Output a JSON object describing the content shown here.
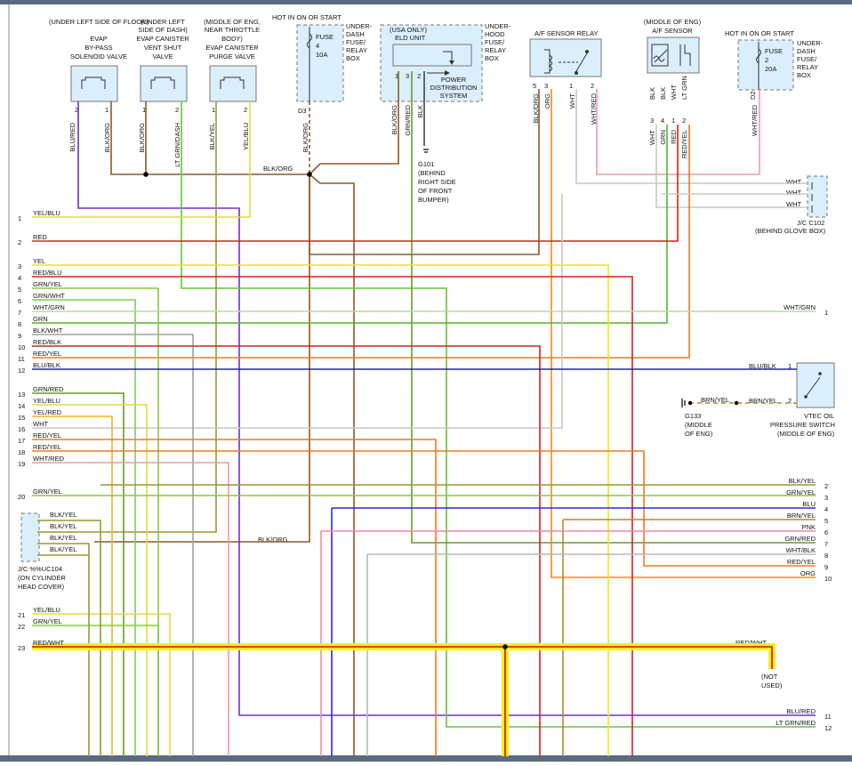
{
  "colors": {
    "BLU": "#2b2bd6",
    "RED": "#e01b1b",
    "YEL": "#f2e21a",
    "GRN": "#55b32b",
    "ORG": "#f08a1e",
    "BLK": "#444444",
    "WHT": "#c7c7c7",
    "BRN": "#8b5a2b",
    "PNK": "#f08aa8",
    "GRY": "#a0a0a0",
    "BLK/ORG": "#8b5a2b",
    "BLU/RED": "#6633cc",
    "YEL/BLU": "#e2dc38",
    "GRN/YEL": "#8ac83a",
    "GRN/WHT": "#7ccf5f",
    "WHT/GRN": "#b6dca5",
    "BLK/WHT": "#a0a0a0",
    "RED/BLK": "#d02222",
    "RED/YEL": "#f07a1e",
    "BLU/BLK": "#2222aa",
    "GRN/RED": "#6a9a2a",
    "YEL/RED": "#f0b030",
    "WHT/RED": "#ee9aa8",
    "BLK/YEL": "#999933",
    "BRN/YEL": "#b08a2b",
    "WHT/BLK": "#b8b8b8",
    "LT GRN/RED": "#6cc03a",
    "RED/WHT": "#e01b1b",
    "LT GRN": "#6cc03a"
  },
  "components": {
    "evap_bypass": {
      "location": "(UNDER LEFT SIDE OF FLOOR)",
      "name": [
        "EVAP",
        "BY-PASS",
        "SOLENOID VALVE"
      ],
      "pins": [
        "2",
        "1"
      ],
      "wires": [
        "BLU/RED",
        "BLK/ORG"
      ]
    },
    "evap_canister_vent": {
      "location": "(UNDER LEFT SIDE OF DASH)",
      "name": [
        "EVAP CANISTER",
        "VENT SHUT",
        "VALVE"
      ],
      "pins": [
        "1",
        "2"
      ],
      "wires": [
        "BLK/ORG",
        "LT GRN/DASH"
      ]
    },
    "evap_purge": {
      "location": "(MIDDLE OF ENG, NEAR THROTTLE BODY)",
      "name": [
        "EVAP CANISTER",
        "PURGE VALVE"
      ],
      "pins": [
        "1",
        "2"
      ],
      "wires": [
        "BLK/YEL",
        "YEL/BLU"
      ]
    },
    "fuse4": {
      "header": "HOT IN ON OR START",
      "label": [
        "FUSE",
        "4",
        "10A"
      ],
      "pin": "D3",
      "wire": "BLK/ORG",
      "box": [
        "UNDER-",
        "DASH",
        "FUSE/",
        "RELAY",
        "BOX"
      ]
    },
    "eld": {
      "header": [
        "(USA ONLY)",
        "ELD UNIT"
      ],
      "pins": [
        "1",
        "3",
        "2"
      ],
      "wires": [
        "BLK/ORG",
        "GRN/RED",
        "BLK"
      ],
      "pds": [
        "POWER",
        "DISTRIBUTION",
        "SYSTEM"
      ],
      "box": [
        "UNDER-",
        "HOOD",
        "FUSE/",
        "RELAY",
        "BOX"
      ]
    },
    "g101": {
      "label": "G101",
      "desc": [
        "(BEHIND",
        "RIGHT SIDE",
        "OF FRONT",
        "BUMPER)"
      ]
    },
    "af_relay": {
      "name": "A/F SENSOR RELAY",
      "pins": [
        "5",
        "3",
        "1",
        "2"
      ],
      "wires": [
        "BLK/ORG",
        "ORG",
        "WHT",
        "WHT/RED"
      ]
    },
    "af_sensor": {
      "location": "(MIDDLE OF ENG)",
      "name": "A/F SENSOR",
      "top_wires": [
        "BLK",
        "BLK",
        "WHT",
        "LT GRN"
      ],
      "pins": [
        "3",
        "4",
        "1",
        "2"
      ],
      "wires": [
        "WHT",
        "GRN",
        "RED",
        "RED/YEL"
      ]
    },
    "fuse2": {
      "header": "HOT IN ON OR START",
      "label": [
        "FUSE",
        "2",
        "20A"
      ],
      "pin": "D2",
      "wire": "WHT/RED",
      "box": [
        "UNDER-",
        "DASH",
        "FUSE/",
        "RELAY",
        "BOX"
      ]
    },
    "jc_c102": {
      "wires": [
        "WHT",
        "WHT",
        "WHT"
      ],
      "label": "J/C C102",
      "location": "(BEHIND GLOVE BOX)"
    },
    "vtec": {
      "pins": [
        "1",
        "2"
      ],
      "wires": [
        "BLU/BLK",
        "BRN/YEL"
      ],
      "name": [
        "VTEC OIL",
        "PRESSURE SWITCH",
        "(MIDDLE OF ENG)"
      ]
    },
    "g133": {
      "wire": "BRN/YEL",
      "label": "G133",
      "desc": [
        "(MIDDLE",
        "OF ENG)"
      ]
    },
    "jc_c104": {
      "wires": [
        "BLK/YEL",
        "BLK/YEL",
        "BLK/YEL",
        "BLK/YEL"
      ],
      "label": "J/C %%UC104",
      "location": [
        "(ON CYLINDER",
        "HEAD COVER)"
      ],
      "out_wire": "BLK/ORG"
    },
    "not_used": [
      "(NOT",
      "USED)"
    ]
  },
  "left_wires": [
    {
      "n": "1",
      "label": "YEL/BLU",
      "c": "YEL/BLU"
    },
    {
      "n": "2",
      "label": "RED",
      "c": "RED"
    },
    {
      "n": "3",
      "label": "YEL",
      "c": "YEL"
    },
    {
      "n": "4",
      "label": "RED/BLU",
      "c": "RED"
    },
    {
      "n": "5",
      "label": "GRN/YEL",
      "c": "GRN/YEL"
    },
    {
      "n": "6",
      "label": "GRN/WHT",
      "c": "GRN/WHT"
    },
    {
      "n": "7",
      "label": "WHT/GRN",
      "c": "WHT/GRN"
    },
    {
      "n": "8",
      "label": "GRN",
      "c": "GRN"
    },
    {
      "n": "9",
      "label": "BLK/WHT",
      "c": "BLK/WHT"
    },
    {
      "n": "10",
      "label": "RED/BLK",
      "c": "RED/BLK"
    },
    {
      "n": "11",
      "label": "RED/YEL",
      "c": "RED/YEL"
    },
    {
      "n": "12",
      "label": "BLU/BLK",
      "c": "BLU/BLK"
    },
    {
      "n": "13",
      "label": "GRN/RED",
      "c": "GRN/RED"
    },
    {
      "n": "14",
      "label": "YEL/BLU",
      "c": "YEL/BLU"
    },
    {
      "n": "15",
      "label": "YEL/RED",
      "c": "YEL/RED"
    },
    {
      "n": "16",
      "label": "WHT",
      "c": "WHT"
    },
    {
      "n": "17",
      "label": "RED/YEL",
      "c": "RED/YEL"
    },
    {
      "n": "18",
      "label": "RED/YEL",
      "c": "RED/YEL"
    },
    {
      "n": "19",
      "label": "WHT/RED",
      "c": "WHT/RED"
    },
    {
      "n": "20",
      "label": "GRN/YEL",
      "c": "GRN/YEL"
    },
    {
      "n": "21",
      "label": "YEL/BLU",
      "c": "YEL/BLU"
    },
    {
      "n": "22",
      "label": "GRN/YEL",
      "c": "GRN/YEL"
    },
    {
      "n": "23",
      "label": "RED/WHT",
      "c": "RED/WHT"
    }
  ],
  "right_wires_top": [
    {
      "n": "1",
      "label": "WHT/GRN",
      "c": "WHT/GRN"
    }
  ],
  "right_wires": [
    {
      "n": "2",
      "label": "BLK/YEL",
      "c": "BLK/YEL"
    },
    {
      "n": "3",
      "label": "GRN/YEL",
      "c": "GRN/YEL"
    },
    {
      "n": "4",
      "label": "BLU",
      "c": "BLU"
    },
    {
      "n": "5",
      "label": "BRN/YEL",
      "c": "BRN/YEL"
    },
    {
      "n": "6",
      "label": "PNK",
      "c": "PNK"
    },
    {
      "n": "7",
      "label": "GRN/RED",
      "c": "GRN/RED"
    },
    {
      "n": "8",
      "label": "WHT/BLK",
      "c": "WHT/BLK"
    },
    {
      "n": "9",
      "label": "RED/YEL",
      "c": "RED/YEL"
    },
    {
      "n": "10",
      "label": "ORG",
      "c": "ORG"
    }
  ],
  "right_wires_bottom": [
    {
      "n": "11",
      "label": "BLU/RED",
      "c": "BLU/RED"
    },
    {
      "n": "12",
      "label": "LT GRN/RED",
      "c": "LT GRN/RED"
    }
  ],
  "labels": {
    "blk_org_mid": "BLK/ORG",
    "red_wht_right": "RED/WHT",
    "blu_blk_right": "BLU/BLK"
  }
}
